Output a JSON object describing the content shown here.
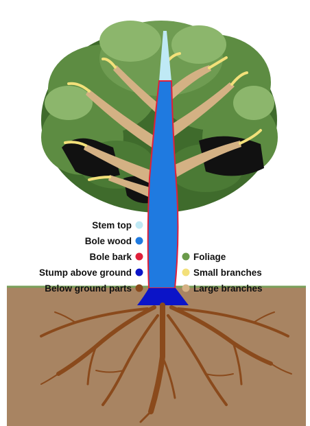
{
  "legend_left": [
    {
      "label": "Stem top",
      "color": "#bfe9f5"
    },
    {
      "label": "Bole wood",
      "color": "#1f7ae0"
    },
    {
      "label": "Bole bark",
      "color": "#e0203a"
    },
    {
      "label": "Stump above ground",
      "color": "#0b14c8"
    },
    {
      "label": "Below ground parts",
      "color": "#8a4a1c"
    }
  ],
  "legend_right": [
    {
      "label": "Foliage",
      "color": "#6a9a4a"
    },
    {
      "label": "Small branches",
      "color": "#f3e07a"
    },
    {
      "label": "Large branches",
      "color": "#d4b184"
    }
  ],
  "colors": {
    "soil": "#a88462",
    "grass": "#7aa05a",
    "foliage_dark": "#3f6b2c",
    "foliage_mid": "#5d8c42",
    "foliage_light": "#8cb66c",
    "shadow": "#111111"
  }
}
